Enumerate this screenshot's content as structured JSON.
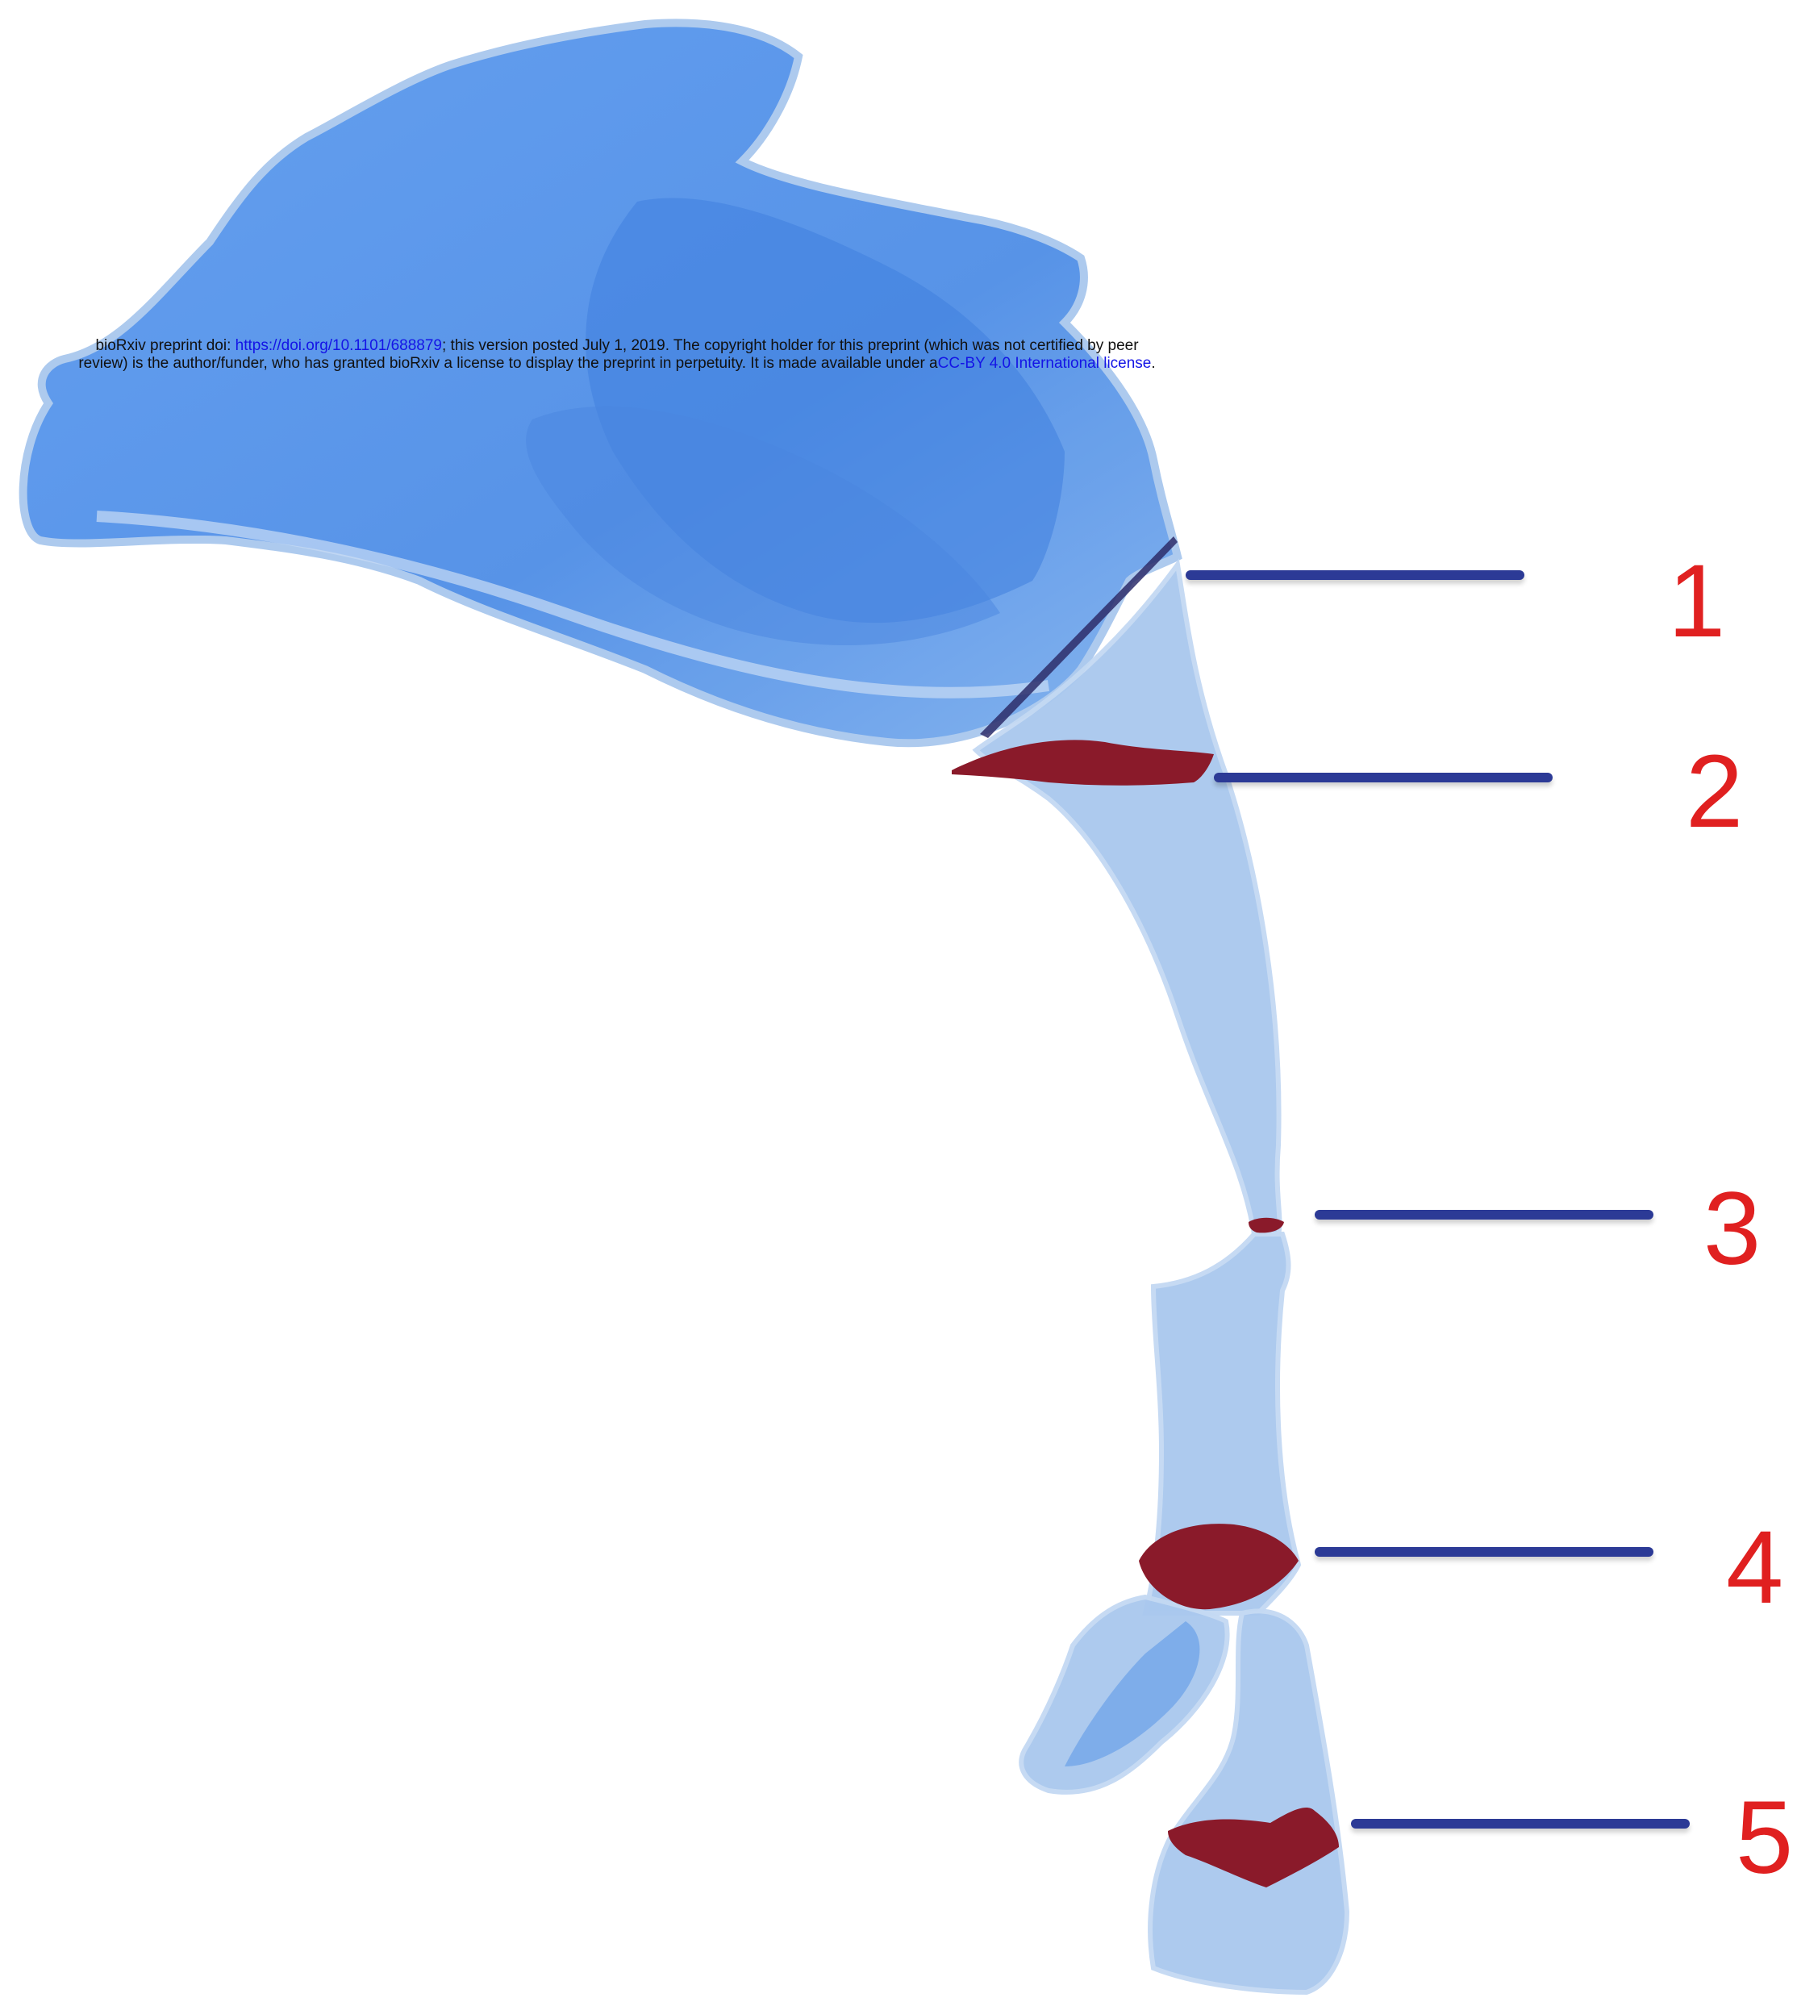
{
  "notice": {
    "prefix": "bioRxiv preprint doi: ",
    "doi_link": "https://doi.org/10.1101/688879",
    "middle": "; this version posted July 1, 2019. The copyright holder for this preprint (which was not certified by peer review) is the author/funder, who has granted bioRxiv a license to display the preprint in perpetuity. It is made available under a",
    "license_link": "CC-BY 4.0 International license",
    "suffix": "."
  },
  "markers": [
    {
      "label": "1"
    },
    {
      "label": "2"
    },
    {
      "label": "3"
    },
    {
      "label": "4"
    },
    {
      "label": "5"
    }
  ],
  "colors": {
    "airway_light": "#a9c8ee",
    "airway_mid": "#6aa3ee",
    "airway_dark": "#4a86e0",
    "cross_section": "#8a1a2a",
    "marker_line": "#2c3a96",
    "marker_label": "#e02020",
    "link": "#1414e6"
  }
}
